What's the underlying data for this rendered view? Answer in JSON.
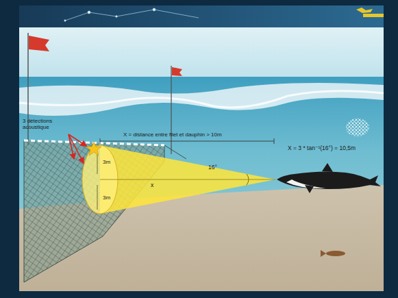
{
  "diagram": {
    "labels": [
      "3 détections acoustique",
      "X = distance entre filet et dauphin > 10m",
      "X = 3 * tan⁻¹(16°) = 10,5m",
      "3m",
      "16°",
      "x",
      "3m"
    ]
  }
}
